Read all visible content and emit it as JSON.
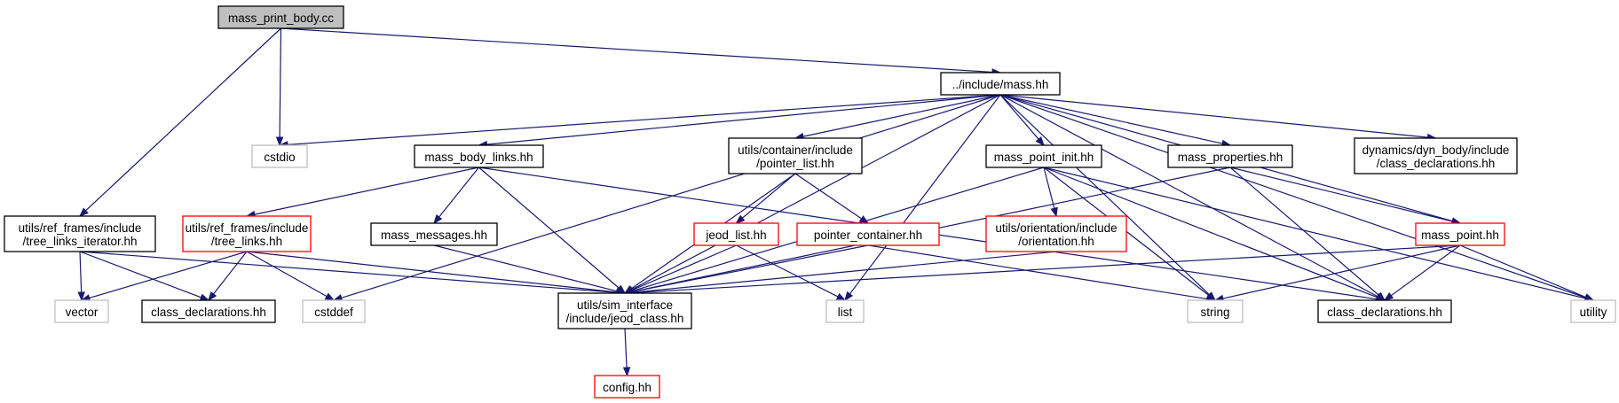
{
  "colors": {
    "edge": "#191970",
    "border_normal": "#000000",
    "border_red": "#ff0000",
    "border_gray": "#bfbfbf",
    "root_fill": "#bfbfbf"
  },
  "nodes": [
    {
      "id": "root",
      "lines": [
        "mass_print_body.cc"
      ],
      "kind": "root"
    },
    {
      "id": "mass_hh",
      "lines": [
        "../include/mass.hh"
      ],
      "kind": "normal"
    },
    {
      "id": "cstdio",
      "lines": [
        "cstdio"
      ],
      "kind": "gray"
    },
    {
      "id": "tree_links_iterator",
      "lines": [
        "utils/ref_frames/include",
        "/tree_links_iterator.hh"
      ],
      "kind": "normal"
    },
    {
      "id": "mass_body_links",
      "lines": [
        "mass_body_links.hh"
      ],
      "kind": "normal"
    },
    {
      "id": "pointer_list",
      "lines": [
        "utils/container/include",
        "/pointer_list.hh"
      ],
      "kind": "normal"
    },
    {
      "id": "mass_point_init",
      "lines": [
        "mass_point_init.hh"
      ],
      "kind": "normal"
    },
    {
      "id": "mass_properties",
      "lines": [
        "mass_properties.hh"
      ],
      "kind": "normal"
    },
    {
      "id": "dyn_class_decl",
      "lines": [
        "dynamics/dyn_body/include",
        "/class_declarations.hh"
      ],
      "kind": "normal"
    },
    {
      "id": "tree_links",
      "lines": [
        "utils/ref_frames/include",
        "/tree_links.hh"
      ],
      "kind": "red"
    },
    {
      "id": "mass_messages",
      "lines": [
        "mass_messages.hh"
      ],
      "kind": "normal"
    },
    {
      "id": "jeod_list",
      "lines": [
        "jeod_list.hh"
      ],
      "kind": "red"
    },
    {
      "id": "pointer_container",
      "lines": [
        "pointer_container.hh"
      ],
      "kind": "red"
    },
    {
      "id": "orientation",
      "lines": [
        "utils/orientation/include",
        "/orientation.hh"
      ],
      "kind": "red"
    },
    {
      "id": "mass_point",
      "lines": [
        "mass_point.hh"
      ],
      "kind": "red"
    },
    {
      "id": "vector",
      "lines": [
        "vector"
      ],
      "kind": "gray"
    },
    {
      "id": "class_decl_left",
      "lines": [
        "class_declarations.hh"
      ],
      "kind": "normal"
    },
    {
      "id": "cstddef",
      "lines": [
        "cstddef"
      ],
      "kind": "gray"
    },
    {
      "id": "jeod_class",
      "lines": [
        "utils/sim_interface",
        "/include/jeod_class.hh"
      ],
      "kind": "normal"
    },
    {
      "id": "list",
      "lines": [
        "list"
      ],
      "kind": "gray"
    },
    {
      "id": "string",
      "lines": [
        "string"
      ],
      "kind": "gray"
    },
    {
      "id": "class_decl_right",
      "lines": [
        "class_declarations.hh"
      ],
      "kind": "normal"
    },
    {
      "id": "utility",
      "lines": [
        "utility"
      ],
      "kind": "gray"
    },
    {
      "id": "config",
      "lines": [
        "config.hh"
      ],
      "kind": "red"
    }
  ],
  "edges": [
    [
      "root",
      "mass_hh"
    ],
    [
      "root",
      "cstdio"
    ],
    [
      "root",
      "tree_links_iterator"
    ],
    [
      "mass_hh",
      "cstdio"
    ],
    [
      "mass_hh",
      "mass_body_links"
    ],
    [
      "mass_hh",
      "pointer_list"
    ],
    [
      "mass_hh",
      "mass_point_init"
    ],
    [
      "mass_hh",
      "mass_properties"
    ],
    [
      "mass_hh",
      "dyn_class_decl"
    ],
    [
      "mass_hh",
      "cstddef"
    ],
    [
      "mass_hh",
      "jeod_class"
    ],
    [
      "mass_hh",
      "list"
    ],
    [
      "mass_hh",
      "string"
    ],
    [
      "mass_hh",
      "mass_point"
    ],
    [
      "mass_hh",
      "class_decl_right"
    ],
    [
      "mass_hh",
      "utility"
    ],
    [
      "tree_links_iterator",
      "vector"
    ],
    [
      "tree_links_iterator",
      "class_decl_left"
    ],
    [
      "tree_links_iterator",
      "jeod_class"
    ],
    [
      "mass_body_links",
      "tree_links"
    ],
    [
      "mass_body_links",
      "mass_messages"
    ],
    [
      "mass_body_links",
      "jeod_class"
    ],
    [
      "mass_body_links",
      "class_decl_right"
    ],
    [
      "pointer_list",
      "jeod_list"
    ],
    [
      "pointer_list",
      "pointer_container"
    ],
    [
      "pointer_list",
      "jeod_class"
    ],
    [
      "mass_point_init",
      "orientation"
    ],
    [
      "mass_point_init",
      "jeod_class"
    ],
    [
      "mass_point_init",
      "string"
    ],
    [
      "mass_point_init",
      "class_decl_right"
    ],
    [
      "mass_point_init",
      "utility"
    ],
    [
      "mass_properties",
      "mass_point"
    ],
    [
      "mass_properties",
      "jeod_class"
    ],
    [
      "mass_properties",
      "class_decl_right"
    ],
    [
      "tree_links",
      "vector"
    ],
    [
      "tree_links",
      "class_decl_left"
    ],
    [
      "tree_links",
      "cstddef"
    ],
    [
      "tree_links",
      "jeod_class"
    ],
    [
      "mass_messages",
      "jeod_class"
    ],
    [
      "jeod_list",
      "jeod_class"
    ],
    [
      "jeod_list",
      "list"
    ],
    [
      "pointer_container",
      "jeod_class"
    ],
    [
      "pointer_container",
      "string"
    ],
    [
      "orientation",
      "jeod_class"
    ],
    [
      "mass_point",
      "jeod_class"
    ],
    [
      "mass_point",
      "string"
    ],
    [
      "mass_point",
      "class_decl_right"
    ],
    [
      "mass_point",
      "utility"
    ],
    [
      "jeod_class",
      "config"
    ]
  ]
}
